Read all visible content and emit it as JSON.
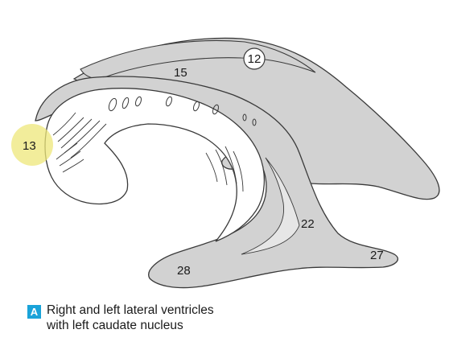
{
  "figure": {
    "badge": "A",
    "caption_line1": "Right and left lateral ventricles",
    "caption_line2": "with left caudate nucleus"
  },
  "labels": {
    "l12": "12",
    "l13": "13",
    "l15": "15",
    "l22": "22",
    "l27": "27",
    "l28": "28"
  },
  "colors": {
    "ventricle_fill": "#d2d2d2",
    "nucleus_fill": "#ffffff",
    "outline": "#3a3a3a",
    "highlight": "#eee77a",
    "badge": "#1aa3d9"
  }
}
